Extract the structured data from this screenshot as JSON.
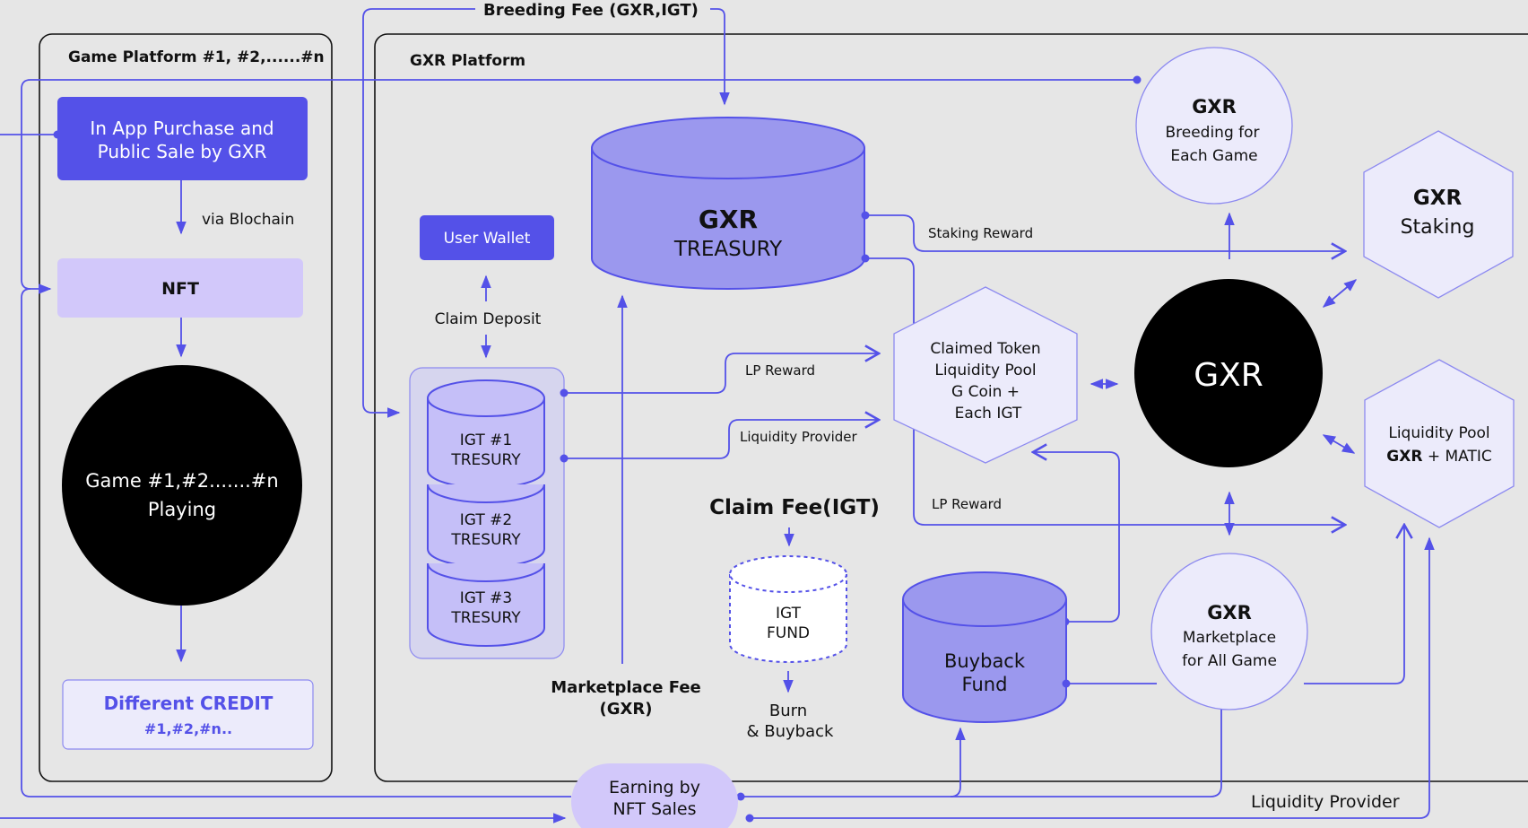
{
  "colors": {
    "background": "#e6e6e6",
    "accent": "#5451e8",
    "treasury_fill": "#9b98ee",
    "light_fill": "#ecebfb",
    "nft_fill": "#d2c8fa",
    "black": "#000000"
  },
  "diagram": {
    "top_label": "Breeding Fee (GXR,IGT)",
    "game_platform": {
      "title": "Game Platform #1, #2,......#n",
      "purchase_line1": "In App Purchase and",
      "purchase_line2": "Public Sale by GXR",
      "via_label": "via Blochain",
      "nft": "NFT",
      "game_line1": "Game #1,#2.......#n",
      "game_line2": "Playing",
      "credit_line1": "Different CREDIT",
      "credit_line2": "#1,#2,#n.."
    },
    "gxr_platform": {
      "title": "GXR Platform",
      "user_wallet": "User Wallet",
      "claim_deposit": "Claim Deposit",
      "treasury_line1": "GXR",
      "treasury_line2": "TREASURY",
      "igt_treasuries": [
        {
          "line1": "IGT #1",
          "line2": "TRESURY"
        },
        {
          "line1": "IGT #2",
          "line2": "TRESURY"
        },
        {
          "line1": "IGT #3",
          "line2": "TRESURY"
        }
      ],
      "lp_reward_top": "LP Reward",
      "liquidity_provider_mid": "Liquidity Provider",
      "staking_reward": "Staking Reward",
      "claimed_pool": [
        "Claimed Token",
        "Liquidity Pool",
        "G Coin +",
        "Each IGT"
      ],
      "gxr_center": "GXR",
      "breeding": {
        "title": "GXR",
        "line1": "Breeding for",
        "line2": "Each Game"
      },
      "staking": {
        "title": "GXR",
        "line1": "Staking"
      },
      "lp_matic": {
        "line1": "Liquidity Pool",
        "bold": "GXR",
        "rest": " + MATIC"
      },
      "lp_reward_bottom": "LP Reward",
      "claim_fee": "Claim Fee(IGT)",
      "igt_fund_line1": "IGT",
      "igt_fund_line2": "FUND",
      "burn_line1": "Burn",
      "burn_line2": "& Buyback",
      "marketplace_fee_line1": "Marketplace Fee",
      "marketplace_fee_line2": "(GXR)",
      "buyback_line1": "Buyback",
      "buyback_line2": "Fund",
      "marketplace": {
        "title": "GXR",
        "line1": "Marketplace",
        "line2": "for All Game"
      }
    },
    "earning_line1": "Earning by",
    "earning_line2": "NFT Sales",
    "liquidity_provider_bottom": "Liquidity Provider"
  }
}
